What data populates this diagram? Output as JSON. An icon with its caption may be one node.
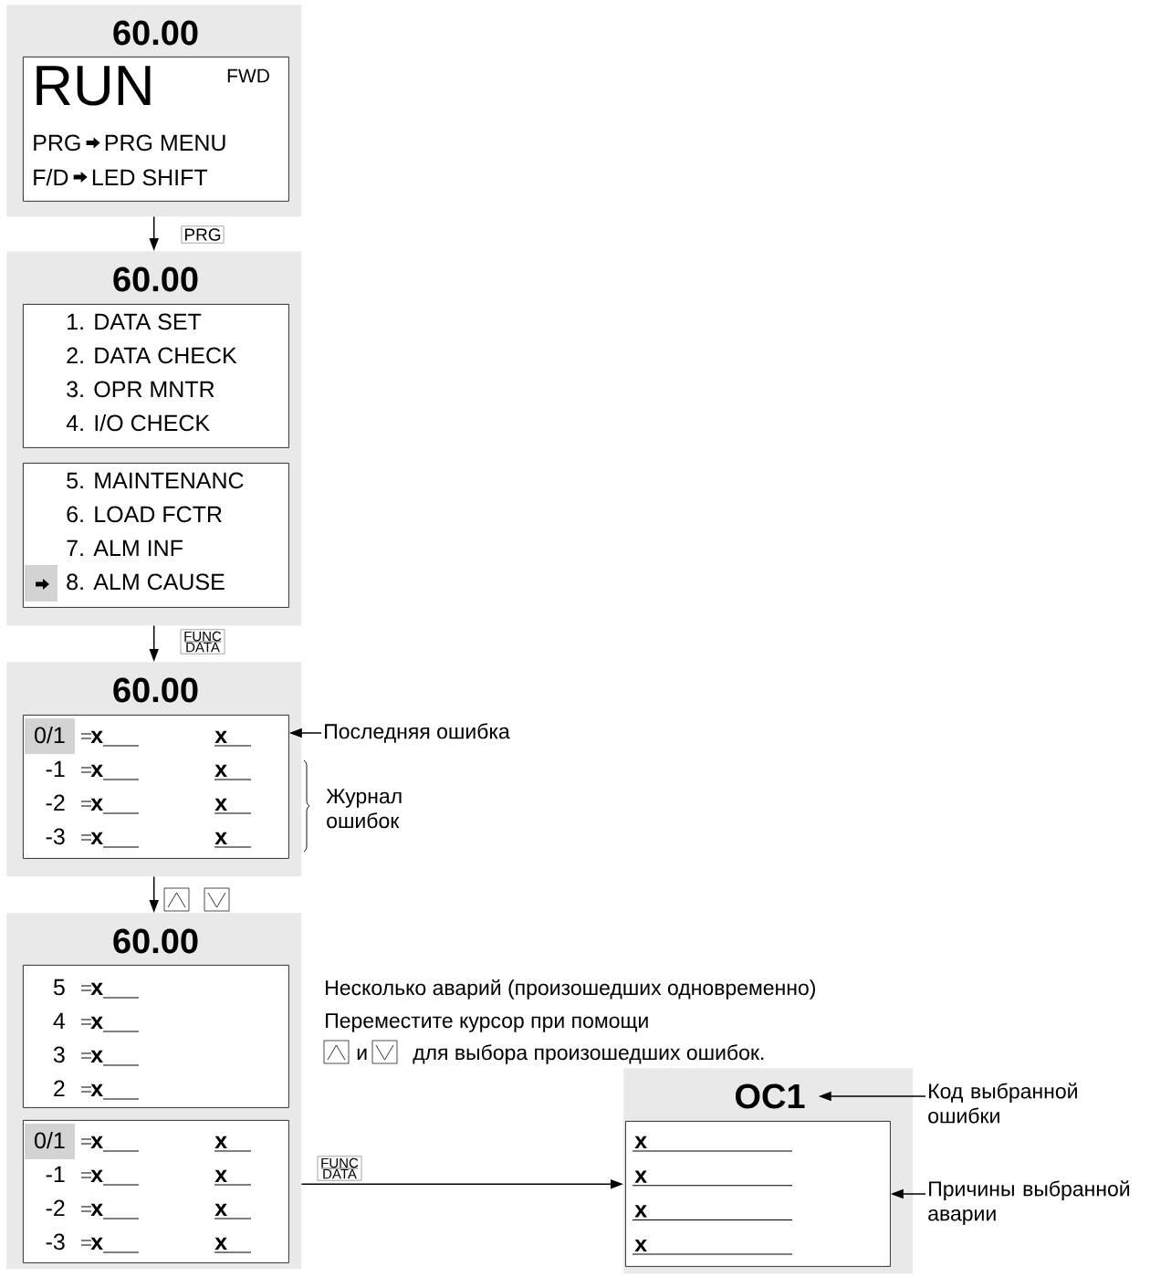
{
  "diagram": {
    "nodes": [
      {
        "text": [
          "60.00"
        ]
      },
      {
        "text": [
          "RUN",
          "FWD",
          "PRG",
          "PRG MENU",
          "F/D",
          "LED SHIFT"
        ],
        "in": 0
      },
      {
        "text": [
          "60.00"
        ]
      },
      {
        "text": [
          "1. DATA SET",
          "2. DATA CHECK",
          "3. OPR MNTR",
          "4. I/O CHECK"
        ],
        "in": 2
      },
      {
        "text": [
          "5. MAINTENANC",
          "6. LOAD FCTR",
          "7. ALM INF",
          "8. ALM CAUSE"
        ],
        "in": 2
      },
      {
        "text": [
          "60.00"
        ]
      },
      {
        "text": [
          "0/1",
          "x",
          "x",
          "-1",
          "x",
          "x",
          "-2",
          "x",
          "x",
          "-3",
          "x",
          "x"
        ],
        "in": 5
      },
      {
        "text": [
          "60.00"
        ]
      },
      {
        "text": [
          "5",
          "x",
          "4",
          "x",
          "3",
          "x",
          "2",
          "x"
        ],
        "in": 7
      },
      {
        "text": [
          "0/1",
          "x",
          "x",
          "-1",
          "x",
          "x",
          "-2",
          "x",
          "x",
          "-3",
          "x",
          "x"
        ],
        "in": 7
      },
      {
        "text": [],
        "shape": "box"
      },
      {
        "text": [
          "OC1"
        ],
        "in": 10
      },
      {
        "text": [
          "x",
          "x",
          "x",
          "x"
        ],
        "in": 10
      },
      {
        "text": [
          "Последняя ошибка"
        ]
      },
      {
        "text": [
          "Код выбранной ошибки"
        ]
      },
      {
        "text": [
          "Причины выбранной аварии"
        ]
      }
    ],
    "edges": [
      {
        "from": 0,
        "to": 2,
        "arrow": "to",
        "label": "PRG"
      },
      {
        "from": 2,
        "to": 5,
        "arrow": "to",
        "label": "FUNC DATA"
      },
      {
        "from": 5,
        "to": 7,
        "arrow": "to"
      },
      {
        "from": 7,
        "to": 10,
        "arrow": "to",
        "label": "FUNC DATA"
      },
      {
        "from": 13,
        "to": 6,
        "arrow": "to"
      },
      {
        "from": 14,
        "to": 11,
        "arrow": "to"
      },
      {
        "from": 15,
        "to": 12,
        "arrow": "to"
      }
    ],
    "labels": [
      "Журнал ошибок",
      "Несколько аварий (произошедших одновременно)",
      "Переместите курсор при помощи",
      "и",
      "для выбора произошедших ошибок."
    ]
  }
}
